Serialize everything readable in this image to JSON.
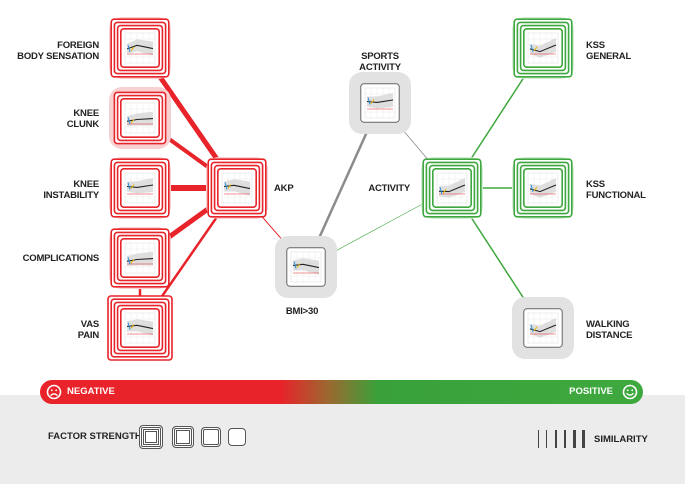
{
  "colors": {
    "negative": "#e8232a",
    "positive": "#3ea83e",
    "neutral": "#8c8c8c"
  },
  "nodes": [
    {
      "id": "foreign",
      "label": "FOREIGN\nBODY SENSATION",
      "tone": "negative",
      "strength": 4
    },
    {
      "id": "clunk",
      "label": "KNEE\nCLUNK",
      "tone": "negative",
      "strength": 3
    },
    {
      "id": "instab",
      "label": "KNEE\nINSTABILITY",
      "tone": "negative",
      "strength": 4
    },
    {
      "id": "compl",
      "label": "COMPLICATIONS",
      "tone": "negative",
      "strength": 4
    },
    {
      "id": "vas",
      "label": "VAS\nPAIN",
      "tone": "negative",
      "strength": 5
    },
    {
      "id": "akp",
      "label": "AKP",
      "tone": "negative",
      "strength": 4
    },
    {
      "id": "bmi",
      "label": "BMI>30",
      "tone": "neutral",
      "strength": 1
    },
    {
      "id": "sports",
      "label": "SPORTS\nACTIVITY",
      "tone": "neutral",
      "strength": 1
    },
    {
      "id": "activity",
      "label": "ACTIVITY",
      "tone": "positive",
      "strength": 4
    },
    {
      "id": "kssg",
      "label": "KSS\nGENERAL",
      "tone": "positive",
      "strength": 4
    },
    {
      "id": "kssf",
      "label": "KSS\nFUNCTIONAL",
      "tone": "positive",
      "strength": 4
    },
    {
      "id": "walk",
      "label": "WALKING\nDISTANCE",
      "tone": "neutral",
      "strength": 1
    }
  ],
  "edges": [
    {
      "from": "foreign",
      "to": "akp",
      "tone": "negative",
      "weight": 5
    },
    {
      "from": "clunk",
      "to": "akp",
      "tone": "negative",
      "weight": 4
    },
    {
      "from": "instab",
      "to": "akp",
      "tone": "negative",
      "weight": 6
    },
    {
      "from": "compl",
      "to": "akp",
      "tone": "negative",
      "weight": 5
    },
    {
      "from": "vas",
      "to": "akp",
      "tone": "negative",
      "weight": 2.5
    },
    {
      "from": "compl",
      "to": "vas",
      "tone": "negative",
      "weight": 2.5
    },
    {
      "from": "akp",
      "to": "bmi",
      "tone": "negative",
      "weight": 1
    },
    {
      "from": "bmi",
      "to": "sports",
      "tone": "neutral",
      "weight": 2.5
    },
    {
      "from": "bmi",
      "to": "activity",
      "tone": "positive",
      "weight": 0.6
    },
    {
      "from": "sports",
      "to": "activity",
      "tone": "neutral",
      "weight": 0.8
    },
    {
      "from": "activity",
      "to": "kssg",
      "tone": "positive",
      "weight": 1.5
    },
    {
      "from": "activity",
      "to": "kssf",
      "tone": "positive",
      "weight": 1.5
    },
    {
      "from": "activity",
      "to": "walk",
      "tone": "positive",
      "weight": 1.5
    }
  ],
  "legend": {
    "negative_label": "NEGATIVE",
    "positive_label": "POSITIVE",
    "negative_icon": "sad-face-icon",
    "positive_icon": "happy-face-icon",
    "factor_strength_label": "FACTOR STRENGTH",
    "similarity_label": "SIMILARITY"
  }
}
